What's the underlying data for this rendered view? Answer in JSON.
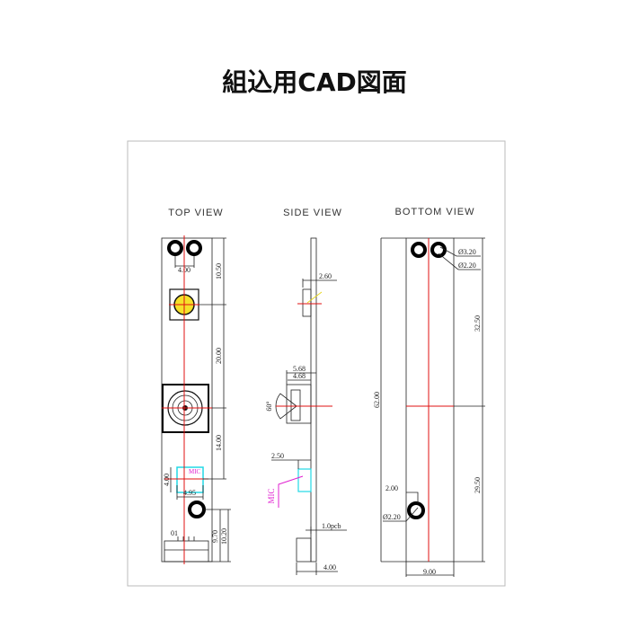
{
  "title": "組込用CAD図面",
  "views": {
    "top": {
      "label": "TOP VIEW",
      "dims": [
        "4.00",
        "10.50",
        "20.00",
        "14.00",
        "4.00",
        "4.95",
        "9.70",
        "10.20"
      ],
      "mic": "MIC",
      "pin": "01"
    },
    "side": {
      "label": "SIDE VIEW",
      "dims": [
        "2.60",
        "5.68",
        "4.68",
        "60°",
        "2.50",
        "1.0pcb",
        "4.00"
      ],
      "mic": "MIC"
    },
    "bottom": {
      "label": "BOTTOM  VIEW",
      "dims": [
        "Ø3.20",
        "Ø2.20",
        "32.50",
        "62.00",
        "2.00",
        "Ø2.20",
        "29.50",
        "9.00"
      ]
    }
  },
  "colors": {
    "led": "#f5e02a",
    "centerline": "#e01010",
    "mic_box": "#22d8e6",
    "mic_text": "#e020d0"
  }
}
